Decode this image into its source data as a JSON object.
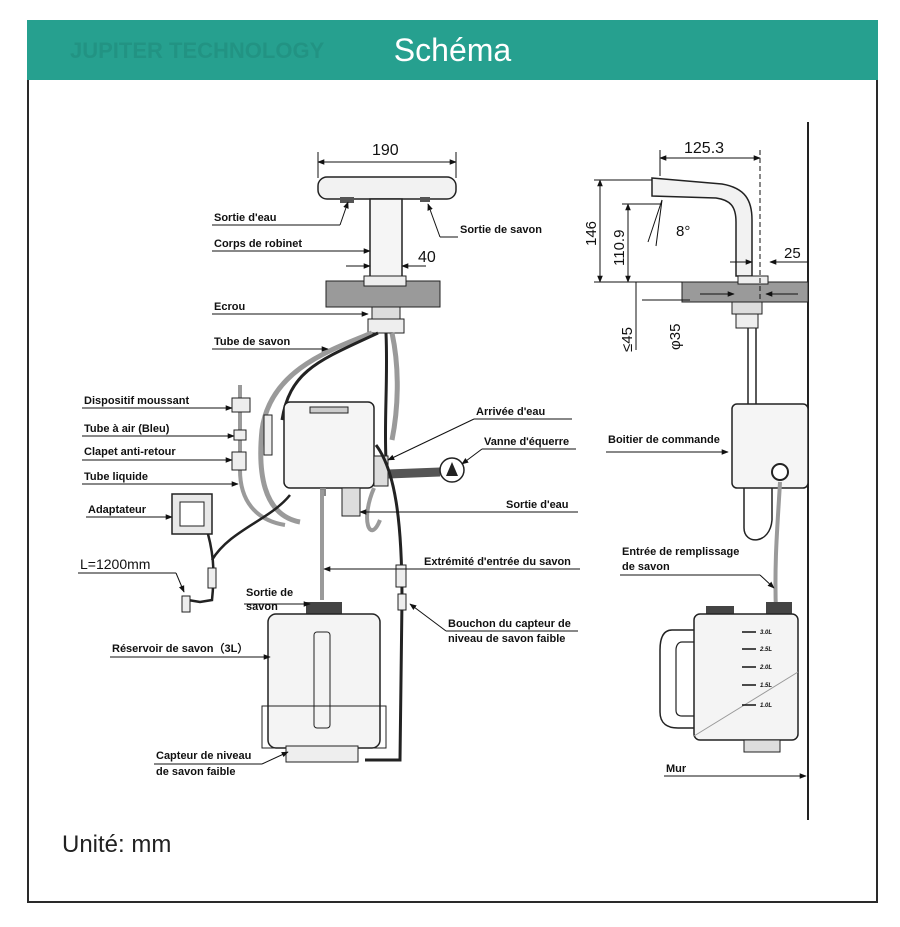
{
  "header": {
    "title": "Schéma",
    "bg_color": "#26a08f",
    "ghost_text": "JUPITER TECHNOLOGY"
  },
  "footer": {
    "unit": "Unité: mm"
  },
  "dimensions": {
    "width_190": "190",
    "body_40": "40",
    "reach_125": "125.3",
    "height_146": "146",
    "height_110": "110.9",
    "angle": "8°",
    "offset_25": "25",
    "max_45": "≤45",
    "dia_35": "φ35"
  },
  "labels": {
    "sortie_eau_top": "Sortie d'eau",
    "sortie_savon_top": "Sortie de savon",
    "corps_robinet": "Corps de robinet",
    "ecrou": "Ecrou",
    "tube_savon": "Tube de savon",
    "dispositif_moussant": "Dispositif moussant",
    "tube_air": "Tube à air (Bleu)",
    "clapet": "Clapet anti-retour",
    "tube_liquide": "Tube liquide",
    "adaptateur": "Adaptateur",
    "cable_length": "L=1200mm",
    "arrivee_eau": "Arrivée d'eau",
    "vanne": "Vanne d'équerre",
    "sortie_eau_mid": "Sortie d'eau",
    "extremite_1": "Extrémité d'entrée du savon",
    "sortie_savon_res_1": "Sortie de",
    "sortie_savon_res_2": "savon",
    "bouchon_1": "Bouchon du capteur de",
    "bouchon_2": "niveau de savon faible",
    "reservoir": "Réservoir de savon（3L）",
    "capteur_1": "Capteur de niveau",
    "capteur_2": "de savon faible",
    "boitier": "Boitier de commande",
    "entree_1": "Entrée de remplissage",
    "entree_2": "de savon",
    "mur": "Mur"
  },
  "tank_scale": [
    "3.0L",
    "2.5L",
    "2.0L",
    "1.5L",
    "1.0L"
  ]
}
